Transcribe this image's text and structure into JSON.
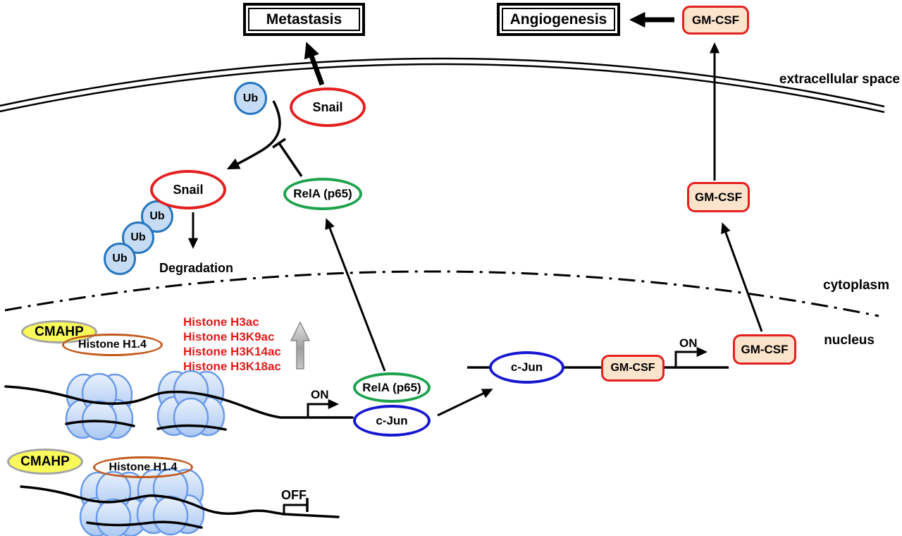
{
  "diagram": {
    "outcomes": {
      "metastasis": "Metastasis",
      "angiogenesis": "Angiogenesis"
    },
    "compartments": {
      "extracellular": "extracellular space",
      "cytoplasm": "cytoplasm",
      "nucleus": "nucleus"
    },
    "molecules": {
      "gmcsf": "GM-CSF",
      "snail": "Snail",
      "ub": "Ub",
      "rela": "RelA (p65)",
      "cjun": "c-Jun",
      "cmahp": "CMAHP",
      "histone_h14": "Histone H1.4"
    },
    "labels": {
      "degradation": "Degradation",
      "on": "ON",
      "off": "OFF"
    },
    "histone_marks": [
      "Histone H3ac",
      "Histone H3K9ac",
      "Histone H3K14ac",
      "Histone H3K18ac"
    ],
    "colors": {
      "red_border": "#e3201f",
      "green_border": "#1ea24d",
      "blue_border": "#1717d1",
      "ub_fill": "#c6dcf4",
      "ub_border": "#2577be",
      "gmcsf_fill": "#fbe3cc",
      "cmahp_fill": "#fafa5a",
      "cmahp_border": "#a3a3a3",
      "histone_h14_border": "#c2591b",
      "histone_marks_text": "#e41a1a",
      "nucleosome_fill_top": "#e9f1fc",
      "nucleosome_fill_bottom": "#aac8f2",
      "nucleosome_border": "#6b9ae8"
    }
  }
}
